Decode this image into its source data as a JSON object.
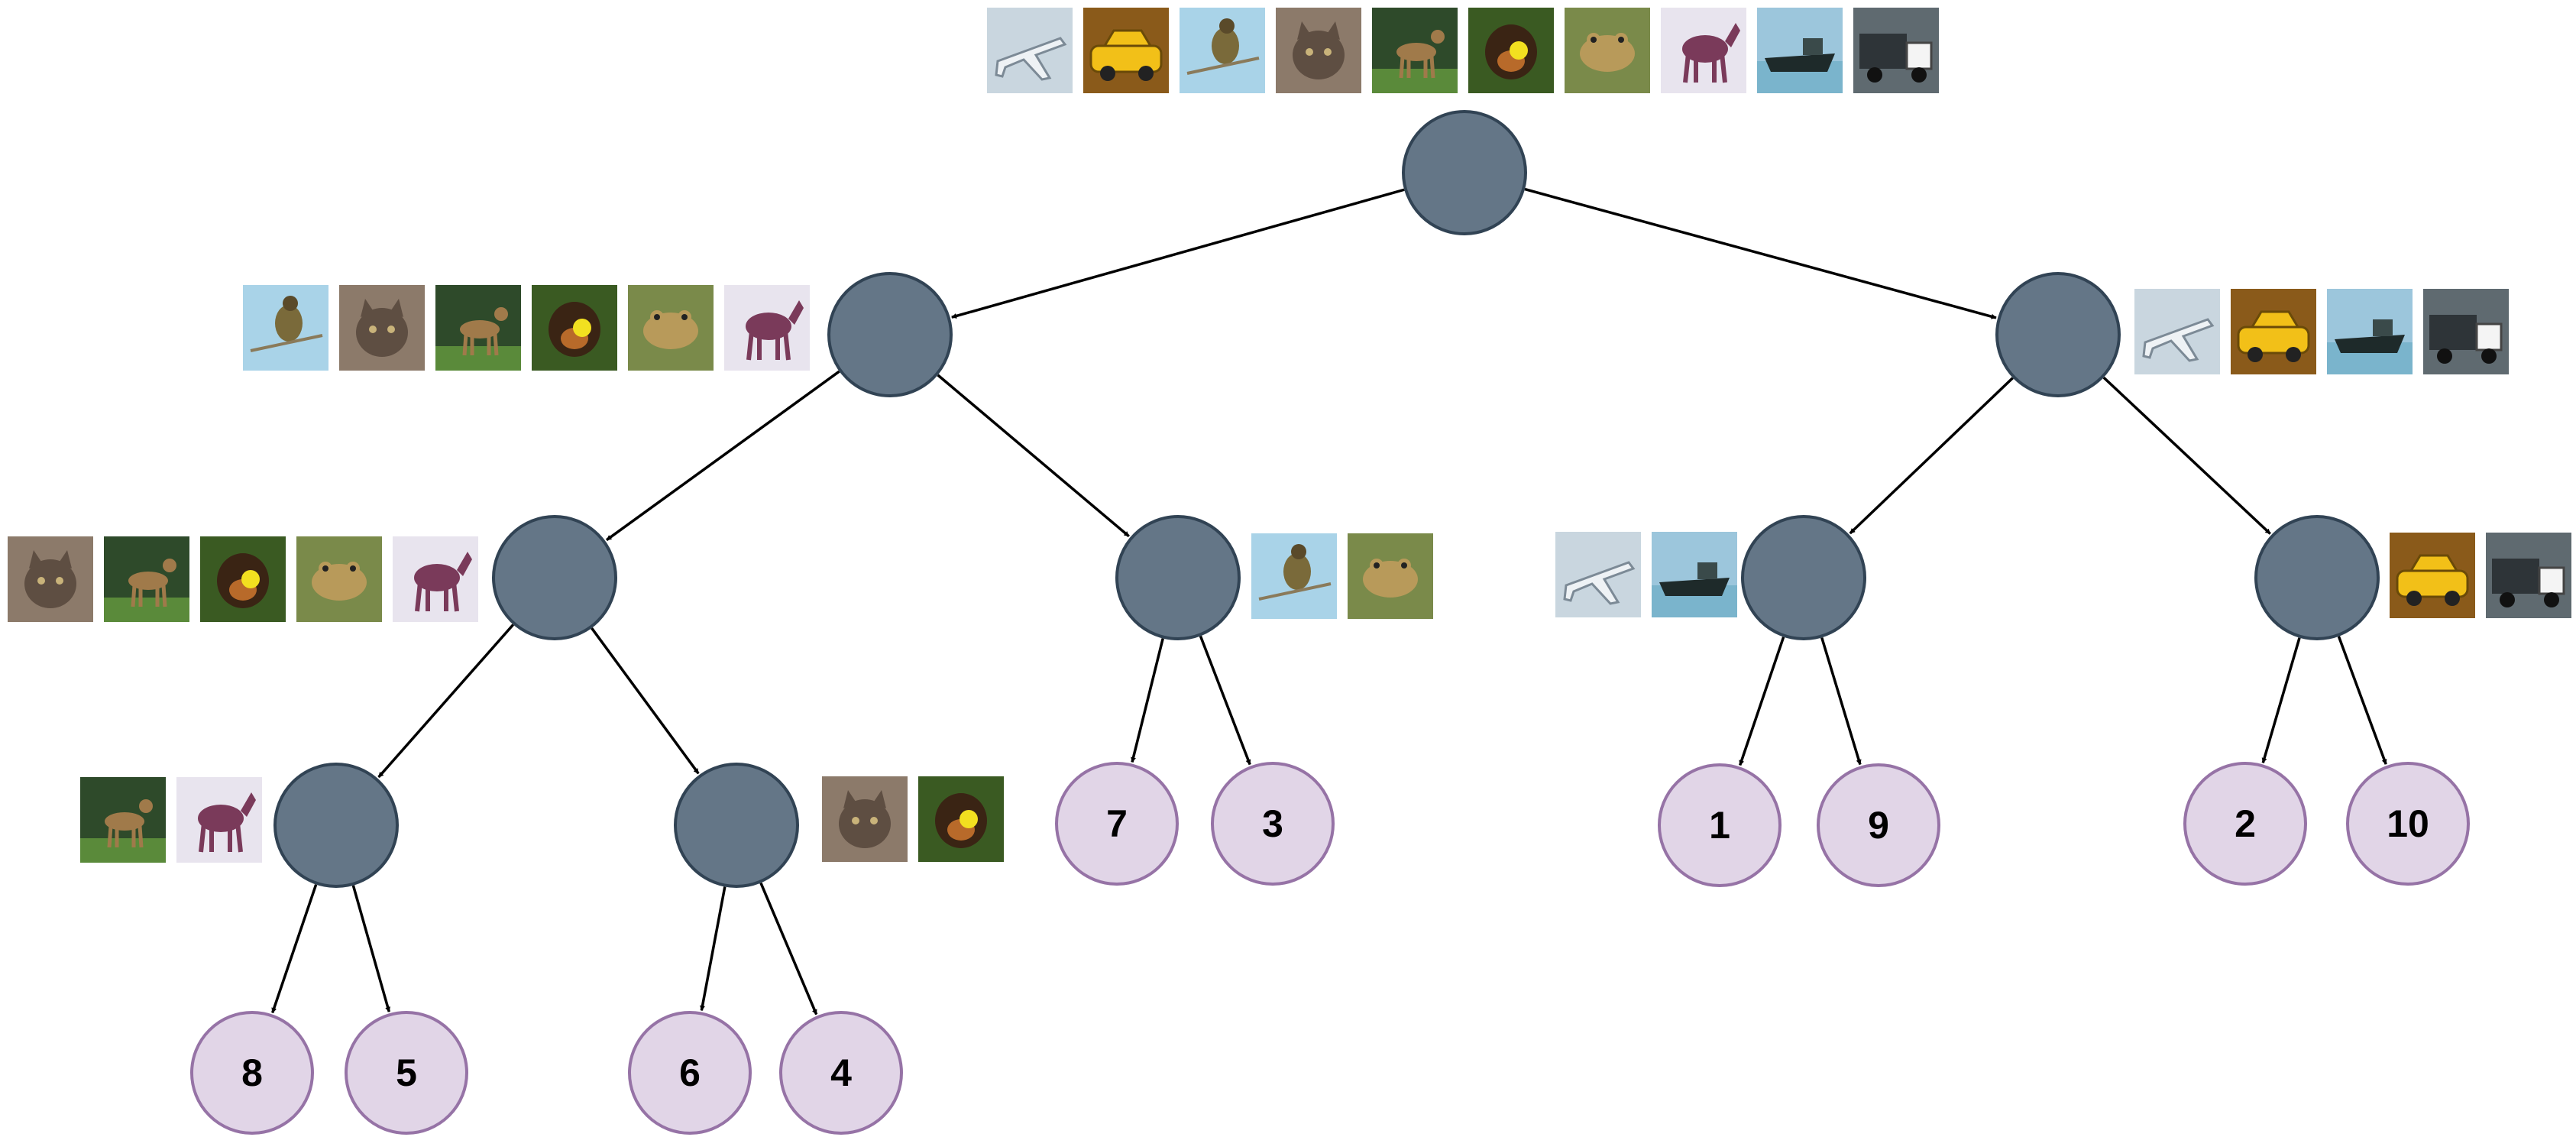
{
  "colors": {
    "internal_fill": "#647687",
    "internal_stroke": "#314354",
    "leaf_fill": "#e1d5e7",
    "leaf_stroke": "#9673a6",
    "edge": "#000000"
  },
  "classes": {
    "1": {
      "icon": "airplane-icon",
      "bg": "#c9d6df"
    },
    "2": {
      "icon": "car-icon",
      "bg": "#8a5a1a"
    },
    "3": {
      "icon": "bird-icon",
      "bg": "#a9d3e8"
    },
    "4": {
      "icon": "cat-icon",
      "bg": "#8c7a6a"
    },
    "5": {
      "icon": "deer-icon",
      "bg": "#2e4a2a"
    },
    "6": {
      "icon": "dog-icon",
      "bg": "#3a5a22"
    },
    "7": {
      "icon": "frog-icon",
      "bg": "#7a8a4a"
    },
    "8": {
      "icon": "horse-icon",
      "bg": "#e8e4ee"
    },
    "9": {
      "icon": "ship-icon",
      "bg": "#9cc6dc"
    },
    "10": {
      "icon": "truck-icon",
      "bg": "#5f6a70"
    }
  },
  "tree": {
    "root": {
      "images": [
        "1",
        "2",
        "3",
        "4",
        "5",
        "6",
        "7",
        "8",
        "9",
        "10"
      ]
    },
    "internal_nodes": [
      {
        "id": "L",
        "images": [
          "3",
          "4",
          "5",
          "6",
          "7",
          "8"
        ]
      },
      {
        "id": "R",
        "images": [
          "1",
          "2",
          "9",
          "10"
        ]
      },
      {
        "id": "LL",
        "images": [
          "4",
          "5",
          "6",
          "7",
          "8"
        ]
      },
      {
        "id": "LR",
        "images": [
          "3",
          "7"
        ]
      },
      {
        "id": "RL",
        "images": [
          "1",
          "9"
        ]
      },
      {
        "id": "RR",
        "images": [
          "2",
          "10"
        ]
      },
      {
        "id": "LLL",
        "images": [
          "5",
          "8"
        ]
      },
      {
        "id": "LLR",
        "images": [
          "4",
          "6"
        ]
      }
    ],
    "leaves": [
      {
        "id": "leaf-7",
        "label": "7"
      },
      {
        "id": "leaf-3",
        "label": "3"
      },
      {
        "id": "leaf-1",
        "label": "1"
      },
      {
        "id": "leaf-9",
        "label": "9"
      },
      {
        "id": "leaf-2",
        "label": "2"
      },
      {
        "id": "leaf-10",
        "label": "10"
      },
      {
        "id": "leaf-8",
        "label": "8"
      },
      {
        "id": "leaf-5",
        "label": "5"
      },
      {
        "id": "leaf-6",
        "label": "6"
      },
      {
        "id": "leaf-4",
        "label": "4"
      }
    ],
    "edges": [
      [
        "root",
        "L"
      ],
      [
        "root",
        "R"
      ],
      [
        "L",
        "LL"
      ],
      [
        "L",
        "LR"
      ],
      [
        "R",
        "RL"
      ],
      [
        "R",
        "RR"
      ],
      [
        "LL",
        "LLL"
      ],
      [
        "LL",
        "LLR"
      ],
      [
        "LR",
        "leaf-7"
      ],
      [
        "LR",
        "leaf-3"
      ],
      [
        "RL",
        "leaf-1"
      ],
      [
        "RL",
        "leaf-9"
      ],
      [
        "RR",
        "leaf-2"
      ],
      [
        "RR",
        "leaf-10"
      ],
      [
        "LLL",
        "leaf-8"
      ],
      [
        "LLL",
        "leaf-5"
      ],
      [
        "LLR",
        "leaf-6"
      ],
      [
        "LLR",
        "leaf-4"
      ]
    ]
  }
}
